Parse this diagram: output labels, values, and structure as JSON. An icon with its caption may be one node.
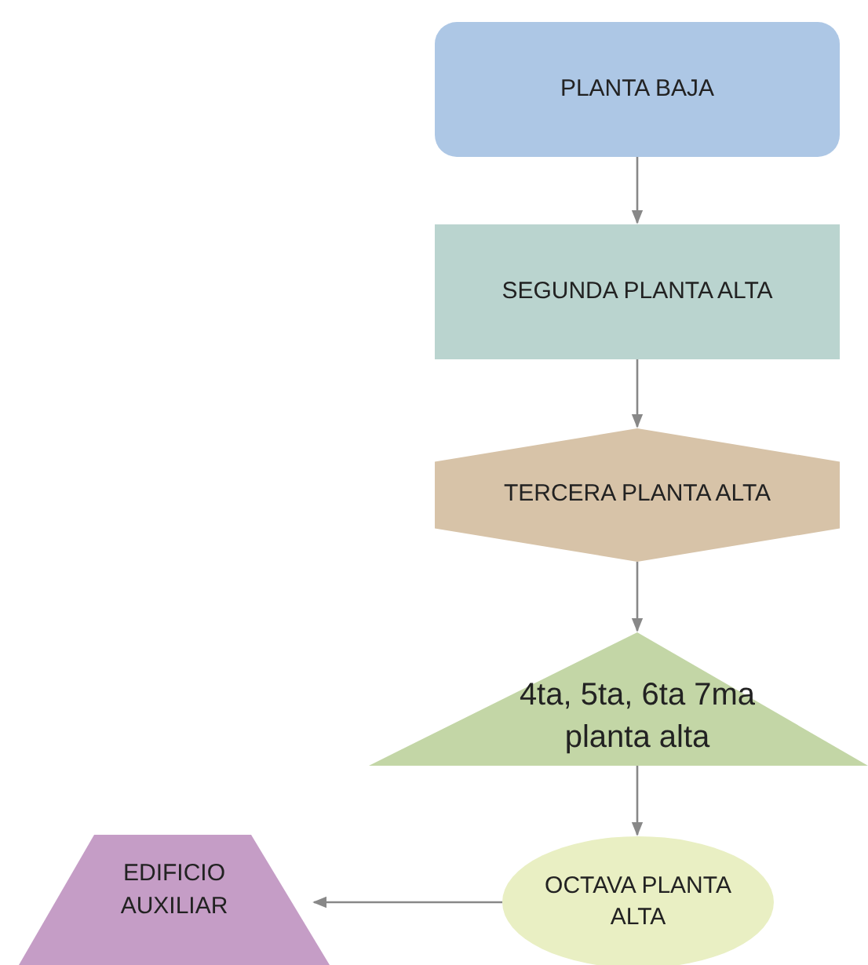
{
  "diagram": {
    "nodes": [
      {
        "text": [
          "PLANTA BAJA"
        ]
      },
      {
        "text": [
          "SEGUNDA PLANTA ALTA"
        ]
      },
      {
        "text": [
          "TERCERA PLANTA ALTA"
        ]
      },
      {
        "text": [
          "4ta, 5ta, 6ta 7ma planta alta"
        ]
      },
      {
        "text": [
          "OCTAVA PLANTA ALTA"
        ]
      },
      {
        "text": [
          "EDIFICIO AUXILIAR"
        ]
      }
    ],
    "edges": [
      {
        "from": 0,
        "to": 1,
        "arrow": "to"
      },
      {
        "from": 1,
        "to": 2,
        "arrow": "to"
      },
      {
        "from": 2,
        "to": 3,
        "arrow": "to"
      },
      {
        "from": 3,
        "to": 4,
        "arrow": "to"
      },
      {
        "from": 4,
        "to": 5,
        "arrow": "to"
      }
    ]
  }
}
